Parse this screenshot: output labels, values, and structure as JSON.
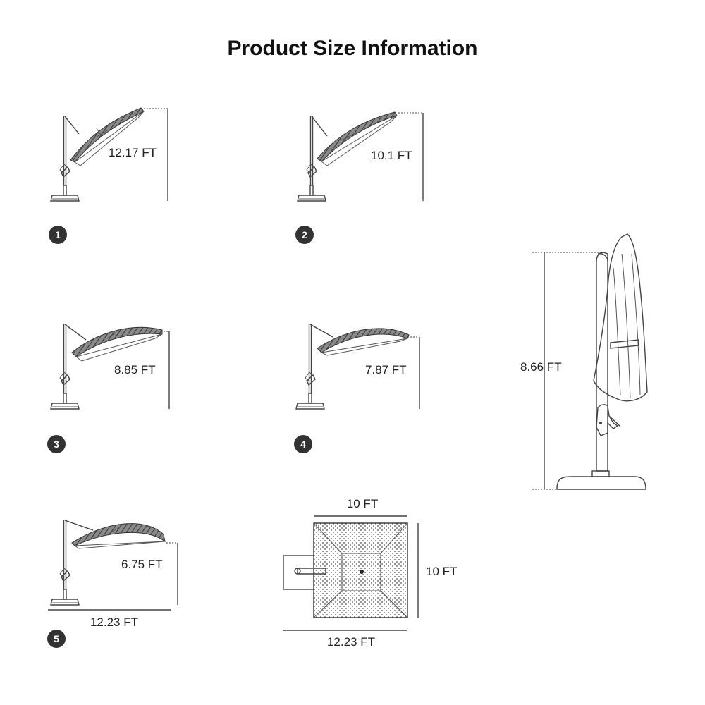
{
  "title": "Product Size Information",
  "positions": [
    {
      "number": "1",
      "height": "12.17 FT"
    },
    {
      "number": "2",
      "height": "10.1 FT"
    },
    {
      "number": "3",
      "height": "8.85 FT"
    },
    {
      "number": "4",
      "height": "7.87 FT"
    },
    {
      "number": "5",
      "height": "6.75 FT",
      "span": "12.23 FT"
    }
  ],
  "closed": {
    "height": "8.66 FT"
  },
  "top_view": {
    "top_width": "10 FT",
    "side_depth": "10 FT",
    "bottom_span": "12.23 FT"
  },
  "colors": {
    "badge": "#333333",
    "line": "#444444",
    "canopy": "#666666"
  },
  "icons": [
    "cantilever-umbrella-icon",
    "closed-umbrella-icon",
    "canopy-top-view-icon"
  ]
}
